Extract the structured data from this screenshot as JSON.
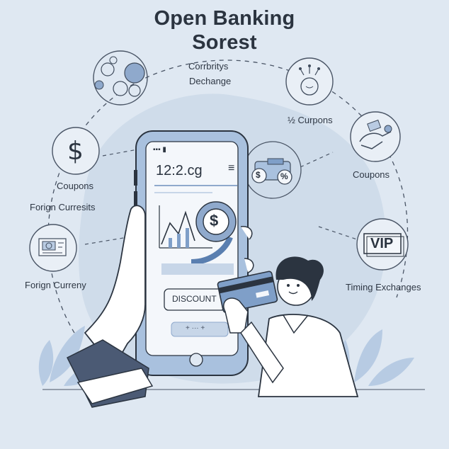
{
  "title": {
    "line1": "Open Banking",
    "line2": "Sorest"
  },
  "labels": {
    "top_center_1": "Corrbritys",
    "top_center_2": "Dechange",
    "coupons_percent": "½ Curpons",
    "coupons_left": "Coupons",
    "foreign_currents": "Forign Curresits",
    "foreign_currency": "Forign Curreny",
    "coupons_right": "Coupons",
    "timing_exchanges": "Timing Exchanges"
  },
  "phone": {
    "status": "▪▪▪ ▮",
    "amount": "12:2.cg",
    "menu_icon": "≡",
    "discount_label": "DISCOUNT",
    "bottom_button": "+ ··· +"
  },
  "badges": {
    "vip": "VIP",
    "dollar": "$",
    "percent": "%"
  },
  "colors": {
    "background": "#dfe8f2",
    "accent": "#7f9fc8",
    "dark": "#2b3440",
    "phone_body": "#a9c1de"
  }
}
